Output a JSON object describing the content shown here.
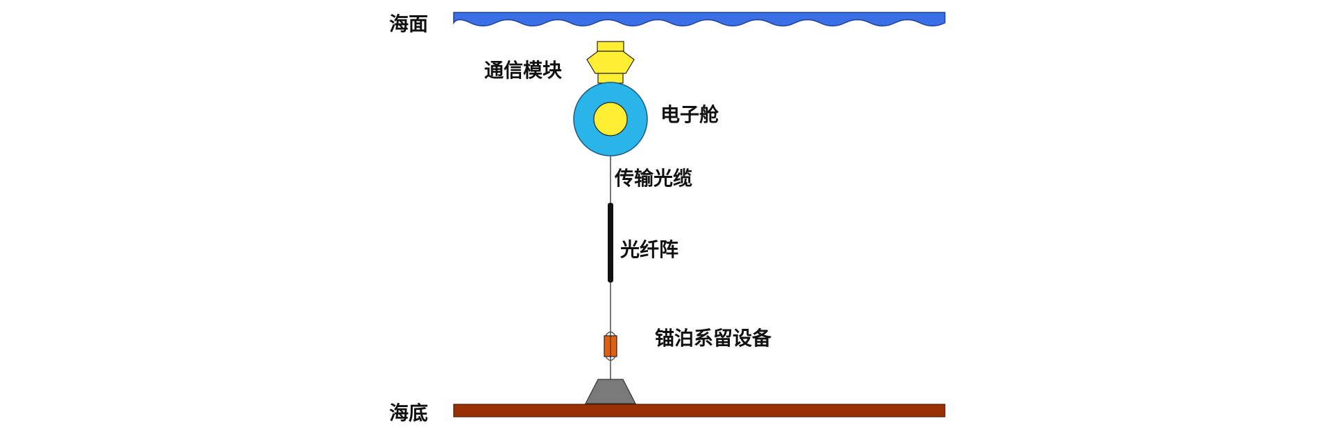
{
  "labels": {
    "sea_surface": "海面",
    "comm_module": "通信模块",
    "electronic_cabin": "电子舱",
    "transmission_cable": "传输光缆",
    "fiber_array": "光纤阵",
    "mooring_equipment": "锚泊系留设备",
    "seabed": "海底"
  },
  "colors": {
    "sea_surface": "#3b6fe6",
    "seabed": "#9a3005",
    "comm_module": "#ffee33",
    "cabin_ring": "#29b4ea",
    "cabin_core": "#ffee33",
    "fiber_array": "#111111",
    "mooring_block": "#e06010",
    "anchor": "#7a7a7a"
  }
}
